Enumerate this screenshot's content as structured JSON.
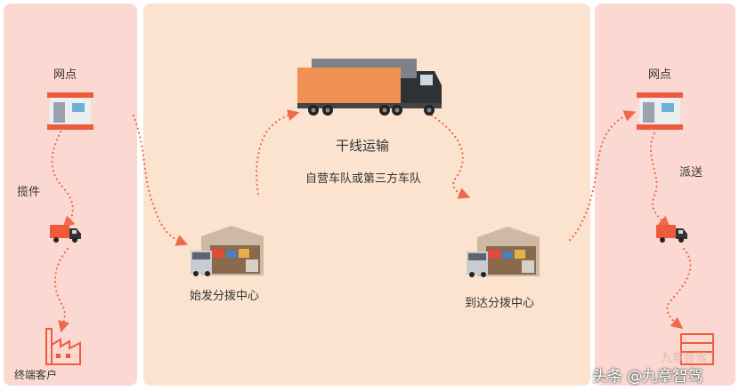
{
  "left": {
    "station_label": "网点",
    "pickup_label": "揽件",
    "customer_label": "终端客户"
  },
  "middle": {
    "trunk_title": "干线运输",
    "trunk_sub": "自营车队或第三方车队",
    "origin_label": "始发分拨中心",
    "dest_label": "到达分拨中心"
  },
  "right": {
    "station_label": "网点",
    "delivery_label": "派送"
  },
  "watermark": {
    "main": "头条 @九章智驾",
    "faint": "九章智驾"
  },
  "colors": {
    "side_panel": "#fbd9d2",
    "middle_panel": "#fbe3cf",
    "accent": "#ef5a3c",
    "truck_box": "#f19154",
    "flow_dots": "#ef6a4a"
  }
}
